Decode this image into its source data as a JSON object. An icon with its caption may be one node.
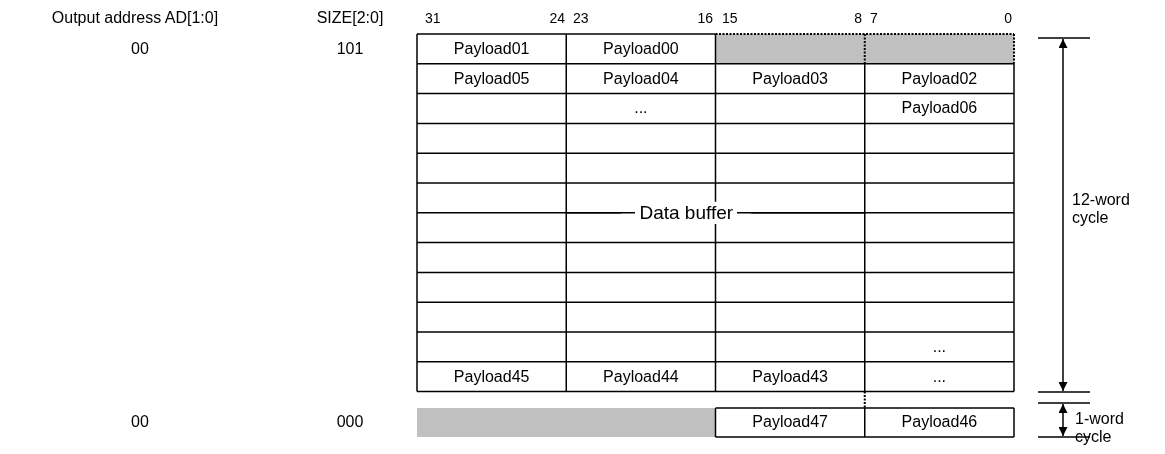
{
  "diagram": {
    "nodes": [
      {
        "text": [],
        "shape": "bar"
      },
      {
        "text": [],
        "shape": "bar"
      }
    ],
    "labels": [
      "Output address AD[1:0]",
      "SIZE[2:0]",
      "31",
      "24",
      "23",
      "16",
      "15",
      "8",
      "7",
      "0",
      "00",
      "101",
      "Payload01",
      "Payload00",
      "Payload05",
      "Payload04",
      "Payload03",
      "Payload02",
      "...",
      "Payload06",
      "Data buffer",
      "12-word cycle",
      "...",
      "Payload45",
      "Payload44",
      "Payload43",
      "...",
      "00",
      "000",
      "Payload47",
      "Payload46",
      "1-word cycle"
    ]
  }
}
